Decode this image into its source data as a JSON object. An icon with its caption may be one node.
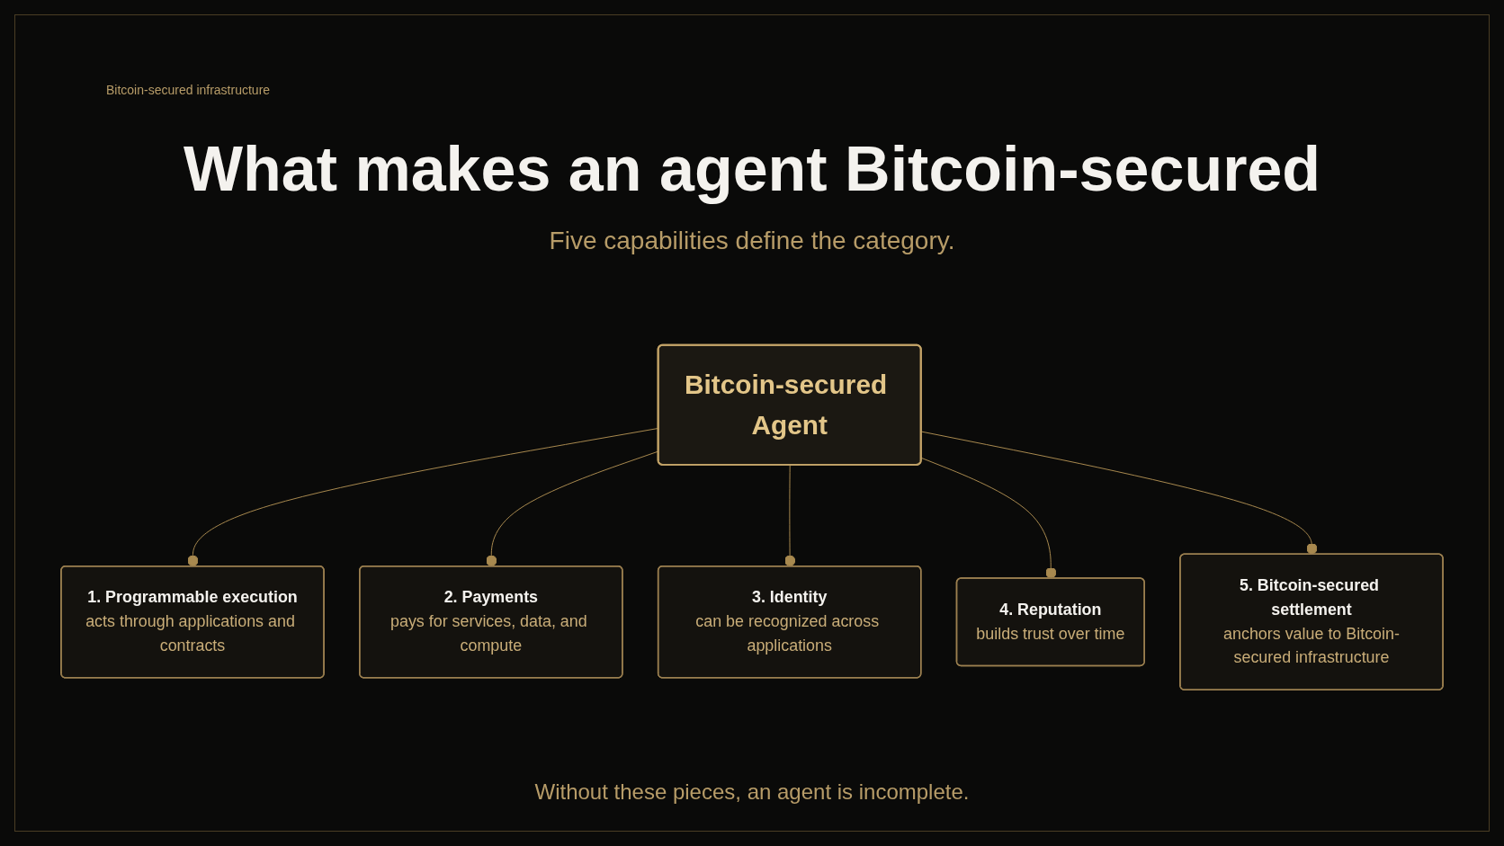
{
  "diagram": {
    "title": "What makes an agent Bitcoin-secured",
    "caption": "Without these pieces, an agent is incomplete.",
    "nodes": [
      {
        "text": [
          "1. Programmable execution",
          "acts through applications and contracts"
        ]
      },
      {
        "text": [
          "2. Payments",
          "pays for services, data, and compute"
        ]
      },
      {
        "text": [
          "Bitcoin-secured Agent"
        ]
      },
      {
        "text": [
          "3. Identity",
          "can be recognized across applications"
        ]
      },
      {
        "text": [
          "4. Reputation",
          "builds trust over time"
        ]
      },
      {
        "text": [
          "5. Bitcoin-secured settlement",
          "anchors value to Bitcoin-secured infrastructure"
        ]
      }
    ],
    "edges": [
      {
        "from": 2,
        "to": 0,
        "arrow": "other"
      },
      {
        "from": 2,
        "to": 1,
        "arrow": "other"
      },
      {
        "from": 2,
        "to": 3,
        "arrow": "other"
      },
      {
        "from": 2,
        "to": 4,
        "arrow": "other"
      },
      {
        "from": 2,
        "to": 5,
        "arrow": "other"
      }
    ],
    "labels": [
      "Bitcoin-secured infrastructure",
      "Five capabilities define the category."
    ]
  }
}
